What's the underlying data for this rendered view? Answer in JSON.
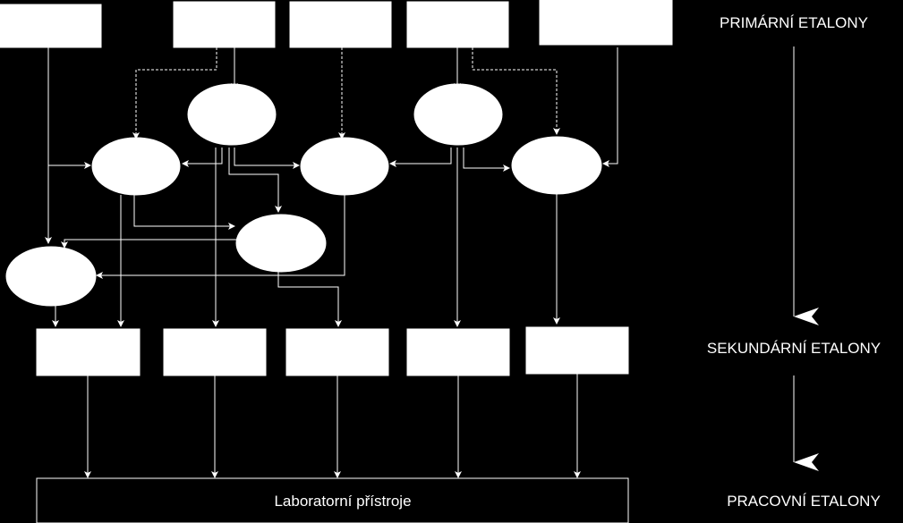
{
  "levels": {
    "primary": "PRIMÁRNÍ ETALONY",
    "secondary": "SEKUNDÁRNÍ ETALONY",
    "working": "PRACOVNÍ ETALONY"
  },
  "bottom_box": {
    "label": "Laboratorní přístroje"
  },
  "colors": {
    "background": "#000000",
    "foreground": "#ffffff"
  }
}
